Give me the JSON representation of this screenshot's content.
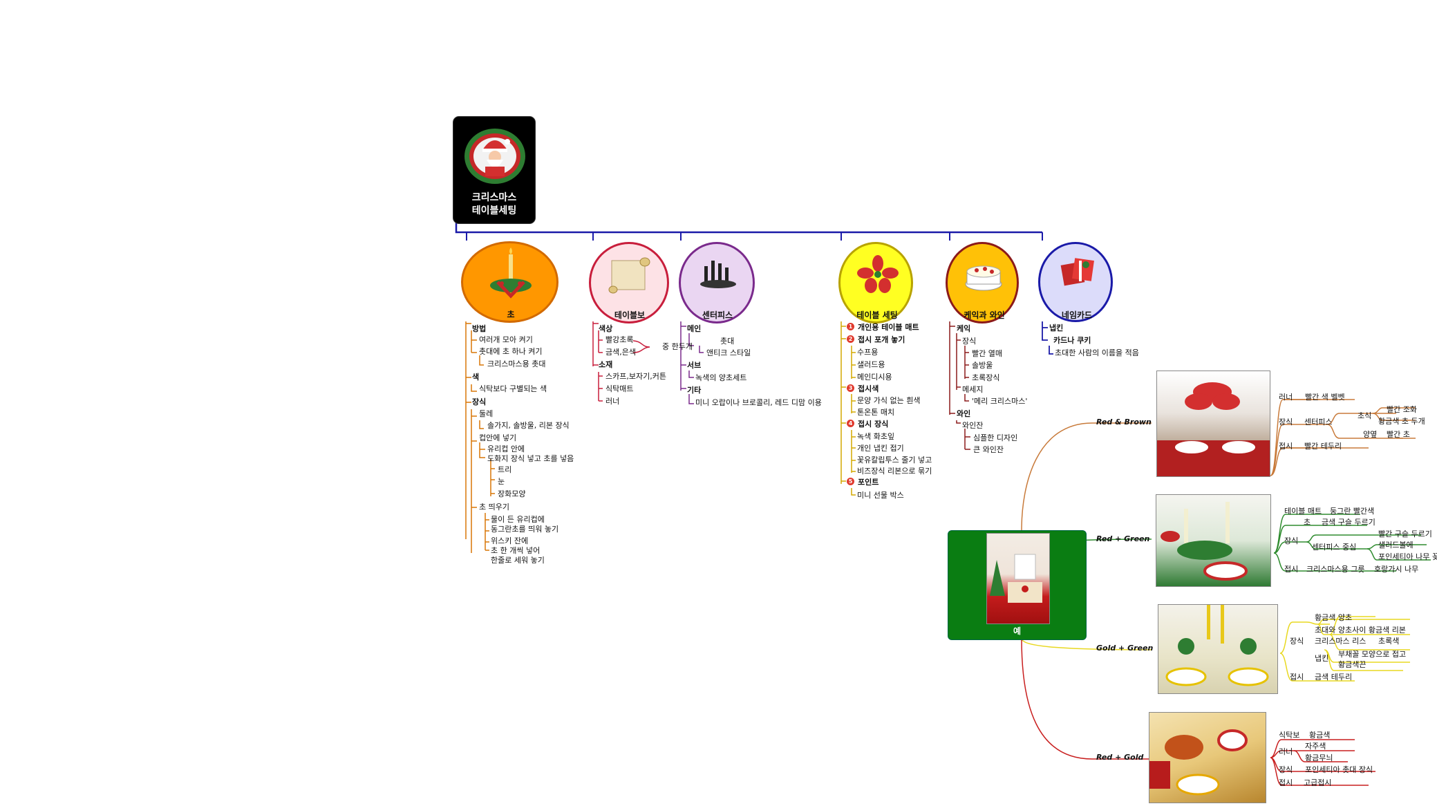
{
  "root": {
    "title_line1": "크리스마스",
    "title_line2": "테이블세팅",
    "icon": "santa-icon"
  },
  "colors": {
    "connector": "#1a1aa8",
    "candle": "#d97706",
    "tablecloth": "#c81e3c",
    "center": "#7a2a8c",
    "setting": "#d4a800",
    "cake": "#8b1a1a",
    "card": "#1a1aa8",
    "green": "#0a7d12"
  },
  "topics": {
    "candle": {
      "label": "초",
      "icon": "candle-wreath-icon",
      "items": {
        "method": "방법",
        "method_1": "여러개 모아 켜기",
        "method_2": "촛대에 초 하나 켜기",
        "method_2a": "크리스마스용 촛대",
        "color": "색",
        "color_1": "식탁보다 구별되는 색",
        "deco": "장식",
        "deco_1": "둘레",
        "deco_1a": "솔가지, 솔방울, 리본 장식",
        "deco_2": "컵안에 넣기",
        "deco_2a": "유리컵 안에",
        "deco_2b": "도화지 장식 넣고 초를 넣음",
        "deco_2b1": "트리",
        "deco_2b2": "눈",
        "deco_2b3": "장화모양",
        "float": "초 띄우기",
        "float_1": "물이 든 유리컵에",
        "float_2": "동그란초를 띄워 놓기",
        "float_3": "위스키 잔에",
        "float_4": "초 한 개씩 넣어",
        "float_5": "한줄로 세워 놓기"
      }
    },
    "tablecloth": {
      "label": "테이블보",
      "icon": "scroll-icon",
      "items": {
        "color": "색상",
        "color_1": "빨강초록",
        "color_2": "금색,은색",
        "color_note": "중 한두개",
        "material": "소재",
        "material_1": "스카프,보자기,커튼",
        "material_2": "식탁매트",
        "material_3": "러너"
      }
    },
    "center": {
      "label": "센터피스",
      "icon": "candelabra-icon",
      "items": {
        "main": "메인",
        "main_1": "촛대",
        "main_2": "앤티크 스타일",
        "sub": "서브",
        "sub_1": "녹색의 양초세트",
        "etc": "기타",
        "etc_1": "미니 오랍이나 브로콜리, 레드 디맘 이용"
      }
    },
    "setting": {
      "label": "테이블 세팅",
      "icon": "poinsettia-icon",
      "items": {
        "n1": "1",
        "s1": "개인용 테이블 매트",
        "n2": "2",
        "s2": "접시 포개 놓기",
        "s2_1": "수프용",
        "s2_2": "샐러드용",
        "s2_3": "메인디시용",
        "n3": "3",
        "s3": "접시색",
        "s3_1": "문양 가식 없는 흰색",
        "s3_2": "톤온톤 매치",
        "n4": "4",
        "s4": "접시 장식",
        "s4_1": "녹색 화초잎",
        "s4_2": "개인 냅킨 접기",
        "s4_3": "꽃유칼립투스 줄기 넣고",
        "s4_4": "비즈장식 리본으로 묶기",
        "n5": "5",
        "s5": "포인트",
        "s5_1": "미니 선물 박스"
      }
    },
    "cake": {
      "label": "케익과 와인",
      "icon": "cake-icon",
      "items": {
        "cake": "케익",
        "cake_deco": "장식",
        "cake_deco_1": "빨간 열매",
        "cake_deco_2": "솔방울",
        "cake_deco_3": "초록장식",
        "cake_msg": "메세지",
        "cake_msg_1": "'메리 크리스마스'",
        "wine": "와인",
        "wine_glass": "와인잔",
        "wine_glass_1": "심플한 디자인",
        "wine_glass_2": "큰 와인잔"
      }
    },
    "card": {
      "label": "네임카드",
      "icon": "gift-card-icon",
      "items": {
        "napkin": "냅킨",
        "cookie": "카드나 쿠키",
        "cookie_1": "초대한 사람의 이름을 적음"
      }
    }
  },
  "examples": {
    "label": "예",
    "branches": [
      {
        "name": "Red & Brown",
        "color": "#c87a3a",
        "rows": [
          {
            "k": "러너",
            "v": "빨간 색 벨벳"
          },
          {
            "k": "장식",
            "v": "센터피스"
          },
          {
            "k": "초식",
            "v": "빨간 조화"
          },
          {
            "k": "",
            "v": "황금색 초 두개"
          },
          {
            "k": "양옆",
            "v": "빨간 초"
          },
          {
            "k": "접시",
            "v": "빨간 테두리"
          }
        ]
      },
      {
        "name": "Red + Green",
        "color": "#2e8b2e",
        "rows": [
          {
            "k": "테이블 매트",
            "v": "둥그란 빨간색"
          },
          {
            "k": "초",
            "v": "금색 구슬 두르기"
          },
          {
            "k": "장식",
            "v": "빨간 구슬 두르기"
          },
          {
            "k": "센터피스 중심",
            "v": "샐러드볼에"
          },
          {
            "k": "",
            "v": "포인세티아 나무 꽂기"
          },
          {
            "k": "접시",
            "v": "크리스마스용 그릇"
          },
          {
            "k": "",
            "v": "호랑가시 나무"
          }
        ]
      },
      {
        "name": "Gold + Green",
        "color": "#e8d820",
        "rows": [
          {
            "k": "",
            "v": "황금색 양초"
          },
          {
            "k": "",
            "v": "초대와 양초사이 황금색 리본"
          },
          {
            "k": "장식",
            "v": "크리스마스 리스"
          },
          {
            "k": "",
            "v": "초록색"
          },
          {
            "k": "냅킨",
            "v": "부채꼴 모양으로 접고"
          },
          {
            "k": "",
            "v": "황금색끈"
          },
          {
            "k": "접시",
            "v": "금색 테두리"
          }
        ]
      },
      {
        "name": "Red + Gold",
        "color": "#c81e1e",
        "rows": [
          {
            "k": "식탁보",
            "v": "황금색"
          },
          {
            "k": "러너",
            "v": "자주색"
          },
          {
            "k": "",
            "v": "황금무늬"
          },
          {
            "k": "장식",
            "v": "포인세티아 촛대 장식"
          },
          {
            "k": "접시",
            "v": "고급접시"
          }
        ]
      }
    ]
  }
}
